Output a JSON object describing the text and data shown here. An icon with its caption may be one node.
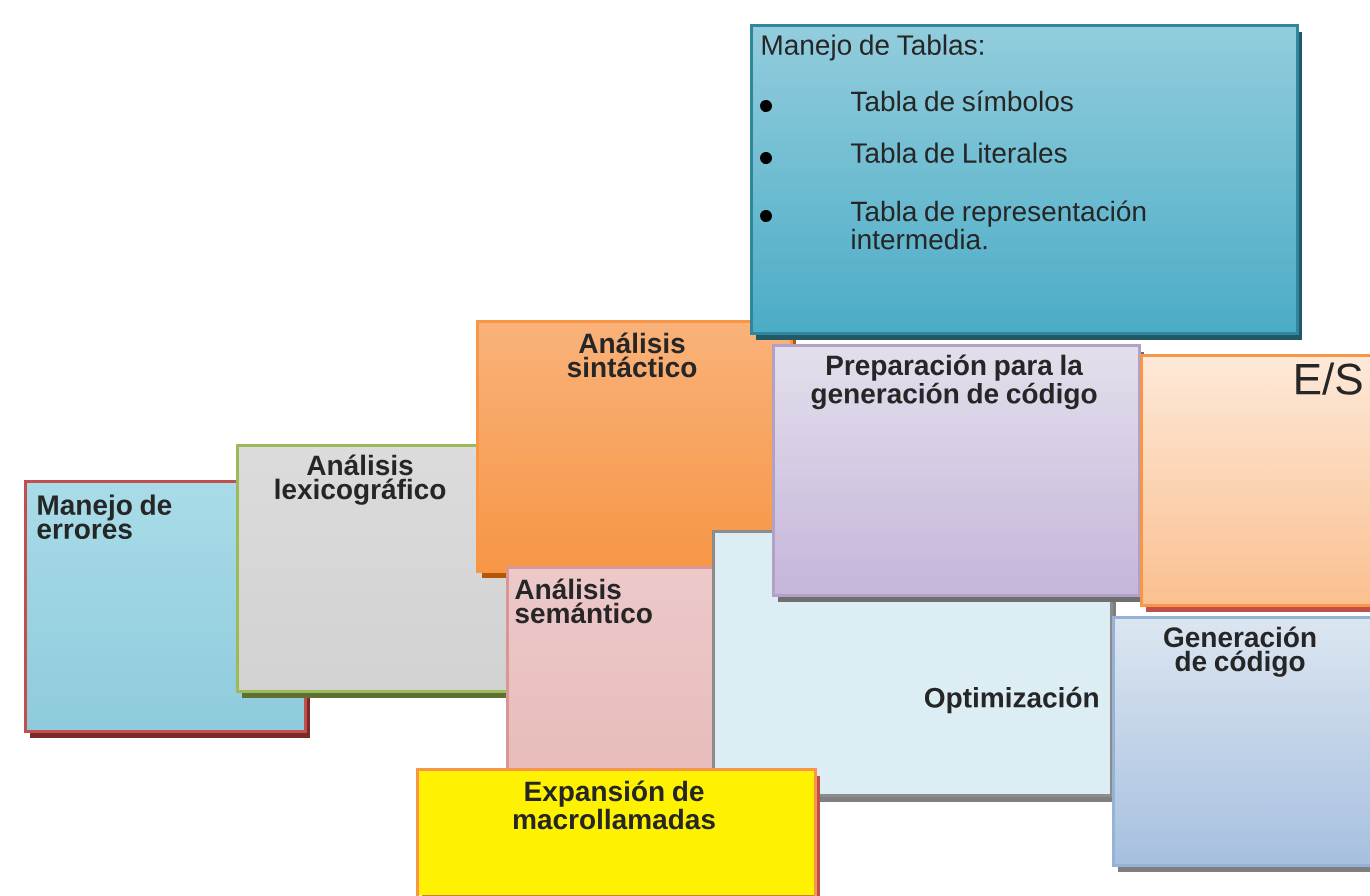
{
  "diagram": {
    "nodes": [
      {
        "text": [
          "Manejo de Tablas:",
          "Tabla de símbolos",
          "Tabla de Literales",
          "Tabla de representación intermedia."
        ]
      },
      {
        "text": [
          "Análisis sintáctico"
        ]
      },
      {
        "text": [
          "Preparación para la generación de código"
        ]
      },
      {
        "text": [
          "E/S"
        ]
      },
      {
        "text": [
          "Manejo de errores"
        ]
      },
      {
        "text": [
          "Análisis lexicográfico"
        ]
      },
      {
        "text": [
          "Análisis semántico"
        ]
      },
      {
        "text": [
          "Optimización"
        ]
      },
      {
        "text": [
          "Generación de código"
        ]
      },
      {
        "text": [
          "Expansión de macrollamadas"
        ]
      }
    ]
  }
}
